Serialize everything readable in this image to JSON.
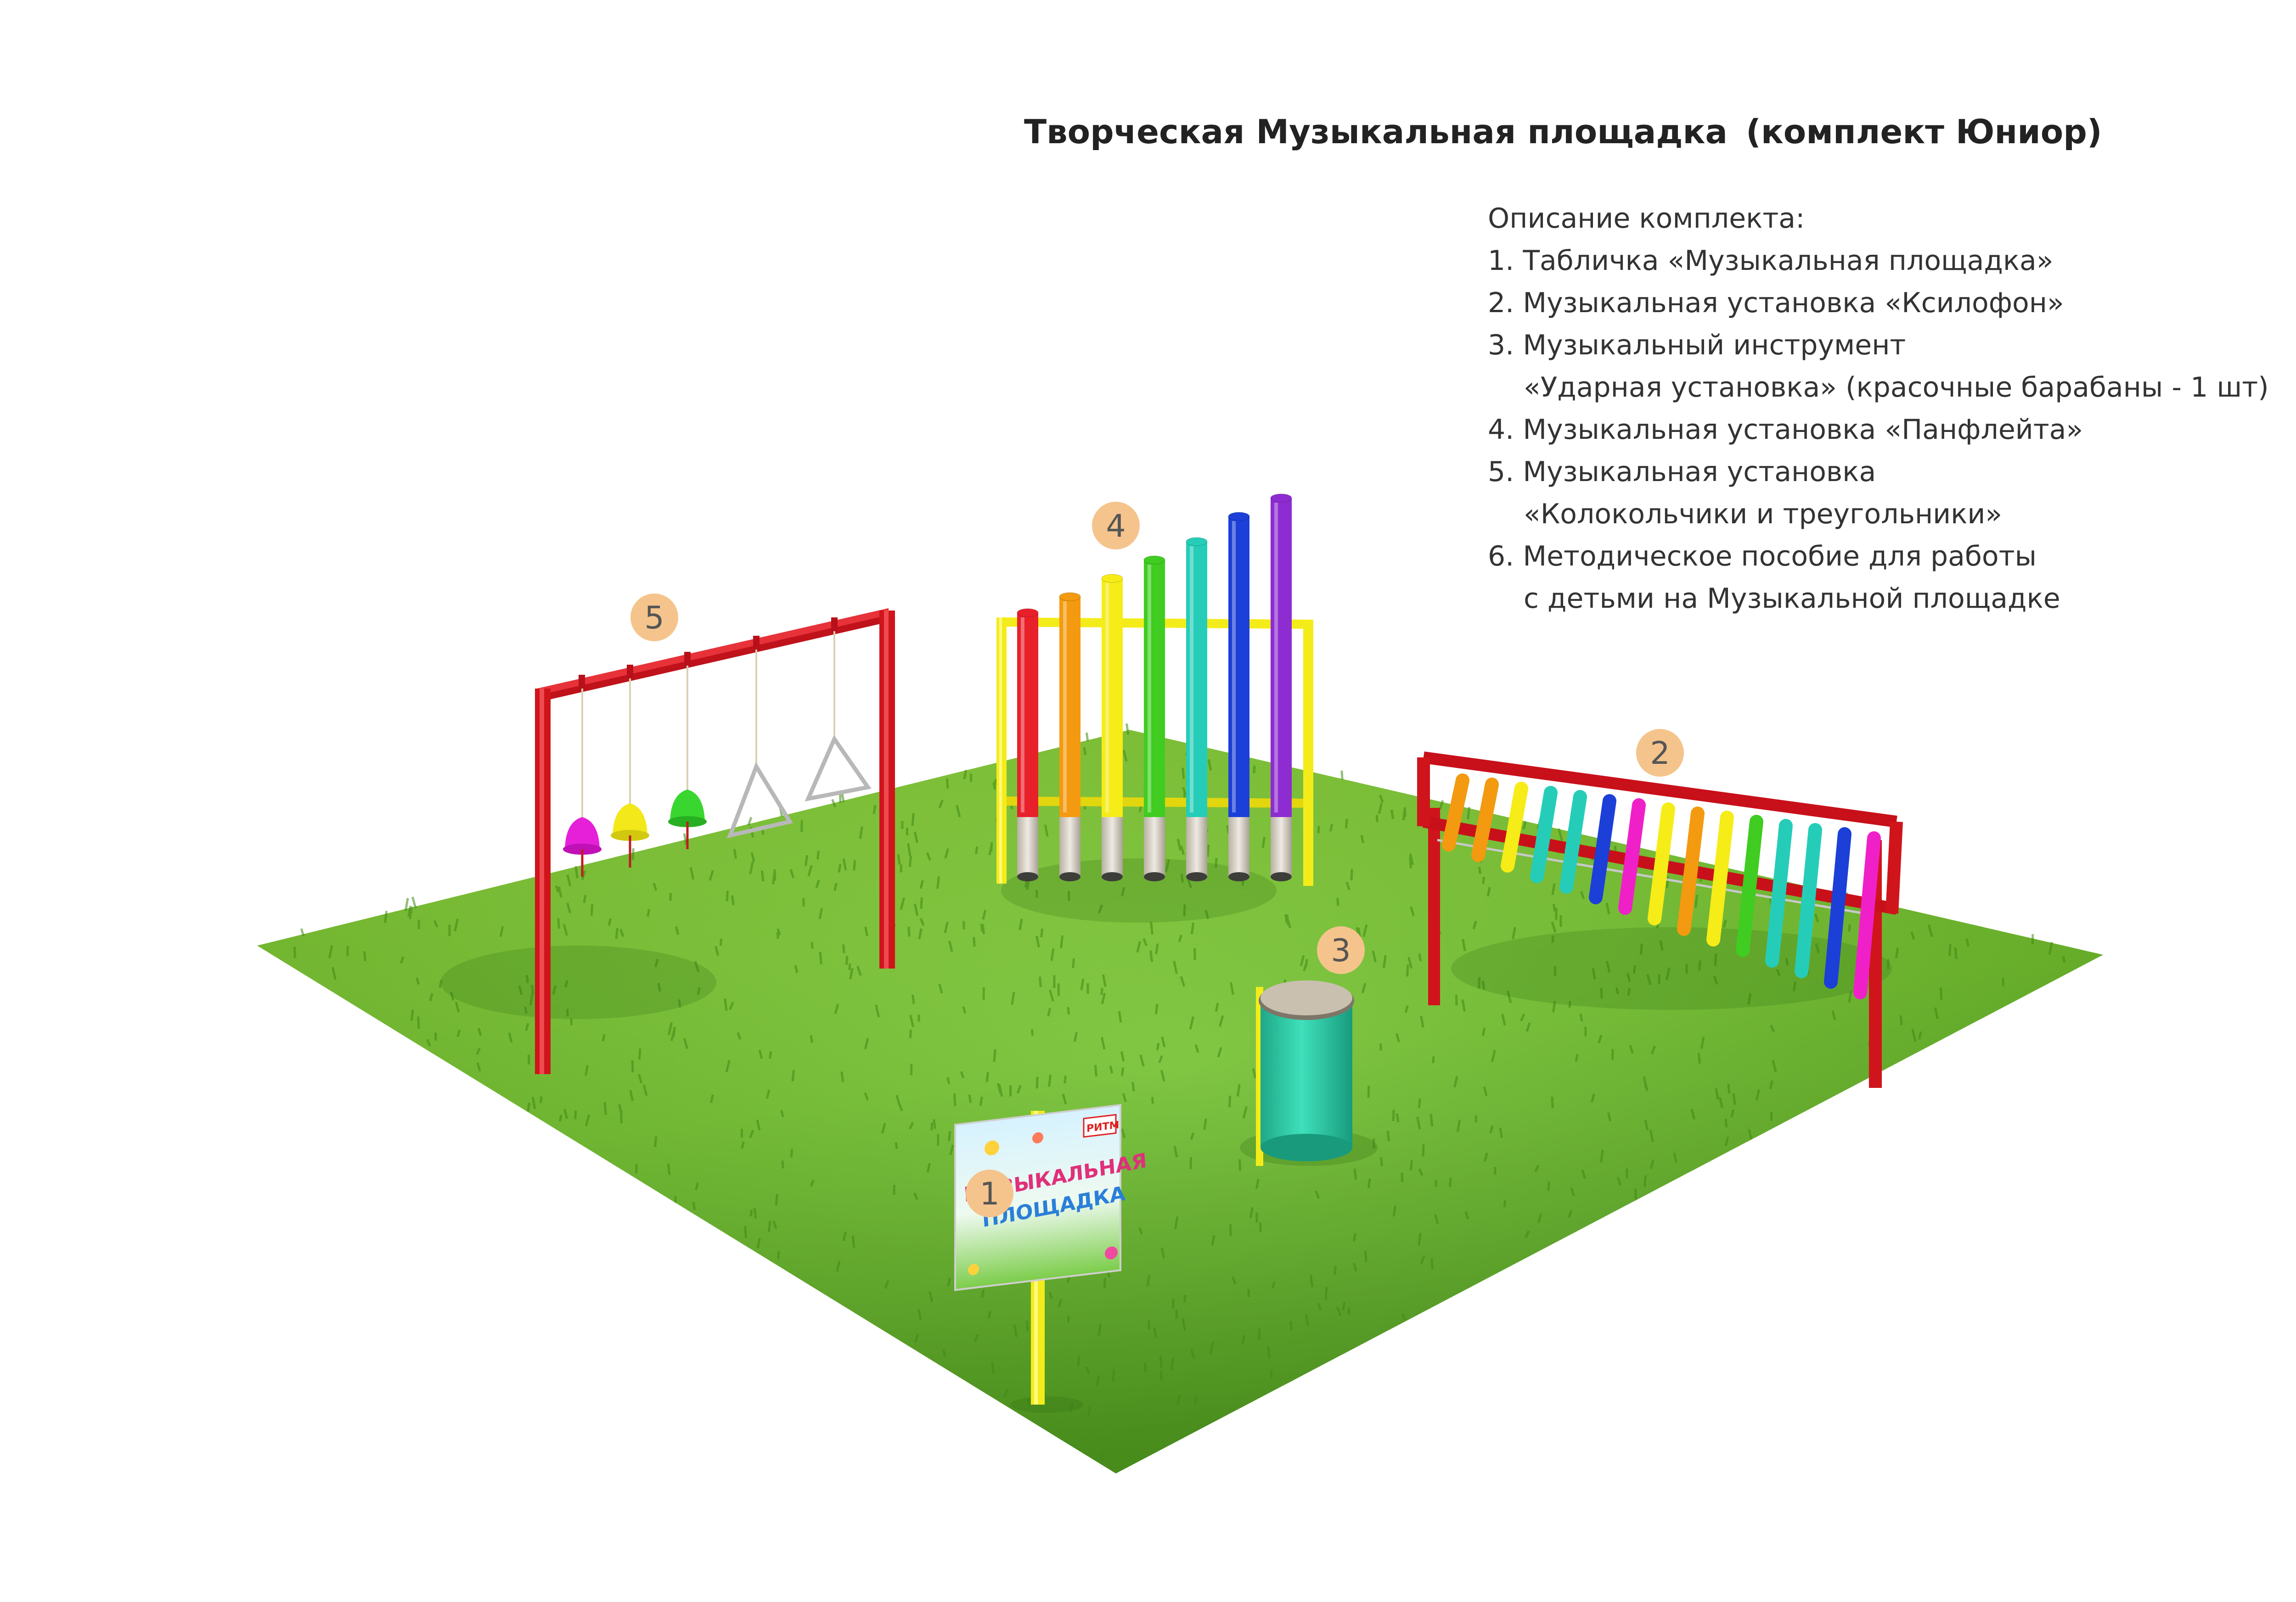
{
  "title": {
    "main": "Творческая Музыкальная площадка",
    "sub": "(комплект Юниор)"
  },
  "description": {
    "heading": "Описание комплекта:",
    "items": [
      {
        "number": "1.",
        "lines": [
          "Табличка «Музыкальная площадка»"
        ]
      },
      {
        "number": "2.",
        "lines": [
          "Музыкальная установка «Ксилофон»"
        ]
      },
      {
        "number": "3.",
        "lines": [
          "Музыкальный инструмент",
          "«Ударная установка» (красочные барабаны - 1 шт)"
        ]
      },
      {
        "number": "4.",
        "lines": [
          "Музыкальная установка «Панфлейта»"
        ]
      },
      {
        "number": "5.",
        "lines": [
          "Музыкальная установка",
          "«Колокольчики и треугольники»"
        ]
      },
      {
        "number": "6.",
        "lines": [
          "Методическое пособие для работы",
          "с детьми на Музыкальной площадке"
        ]
      }
    ]
  },
  "markers": [
    {
      "id": "sign",
      "label": "1"
    },
    {
      "id": "xylophone",
      "label": "2"
    },
    {
      "id": "drum",
      "label": "3"
    },
    {
      "id": "panflute",
      "label": "4"
    },
    {
      "id": "bells",
      "label": "5"
    }
  ],
  "sign": {
    "line1": "МУЗЫКАЛЬНАЯ",
    "line2": "ПЛОЩАДКА",
    "logo": "РИТМ"
  },
  "colors": {
    "grass_light": "#8cd43a",
    "grass_dark": "#4e9b1c",
    "frame_red": "#d0141c",
    "frame_yellow": "#f4ec1a",
    "marker_fill": "#f5c48c",
    "drum_body": "#2ec9a6",
    "drum_top": "#c9c0b0",
    "rainbow": [
      "#e8202a",
      "#f39a10",
      "#f6ec18",
      "#40cc20",
      "#25cdb8",
      "#1c3fd8",
      "#8d2cd0"
    ]
  }
}
